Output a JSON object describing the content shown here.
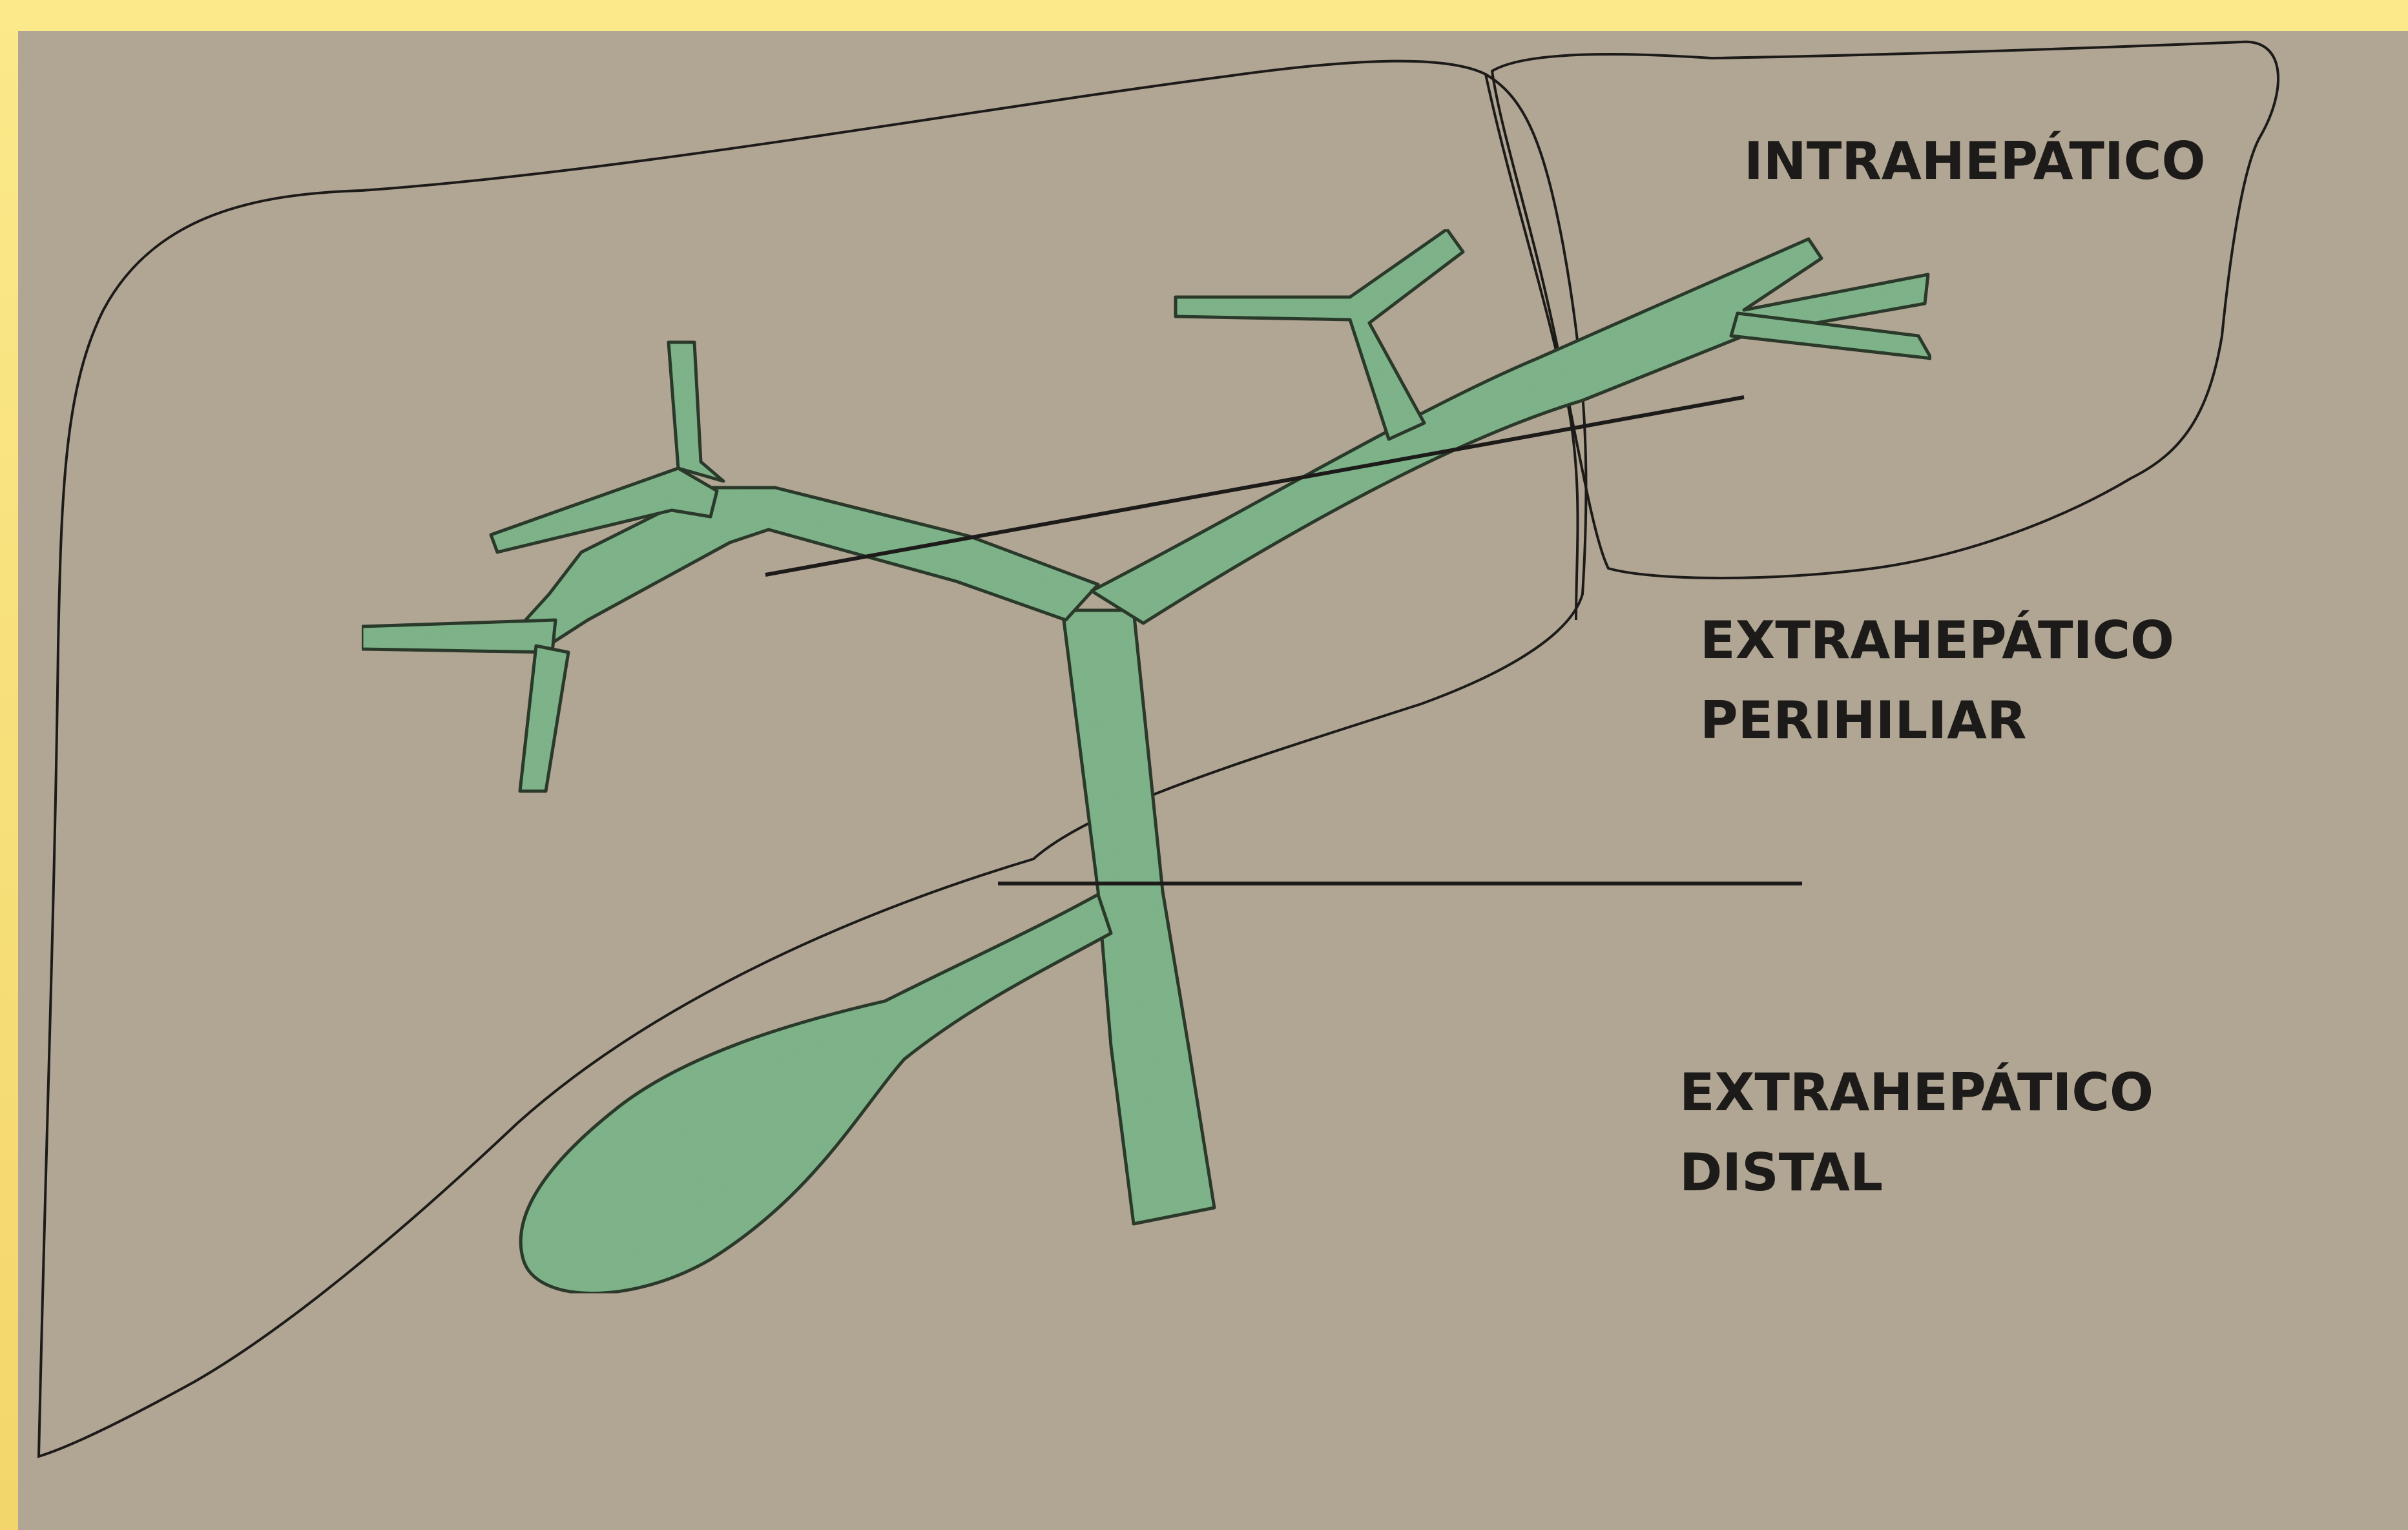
{
  "labels": {
    "intrahepatic": "INTRAHEPÁTICO",
    "perihilar": [
      "EXTRAHEPÁTICO",
      "PERIHILIAR"
    ],
    "distal": [
      "EXTRAHEPÁTICO",
      "DISTAL"
    ]
  },
  "colors": {
    "background": "#b1a593",
    "frame": "#f6e07c",
    "duct_fill": "#7fb48a",
    "outline": "#1c1b19"
  }
}
